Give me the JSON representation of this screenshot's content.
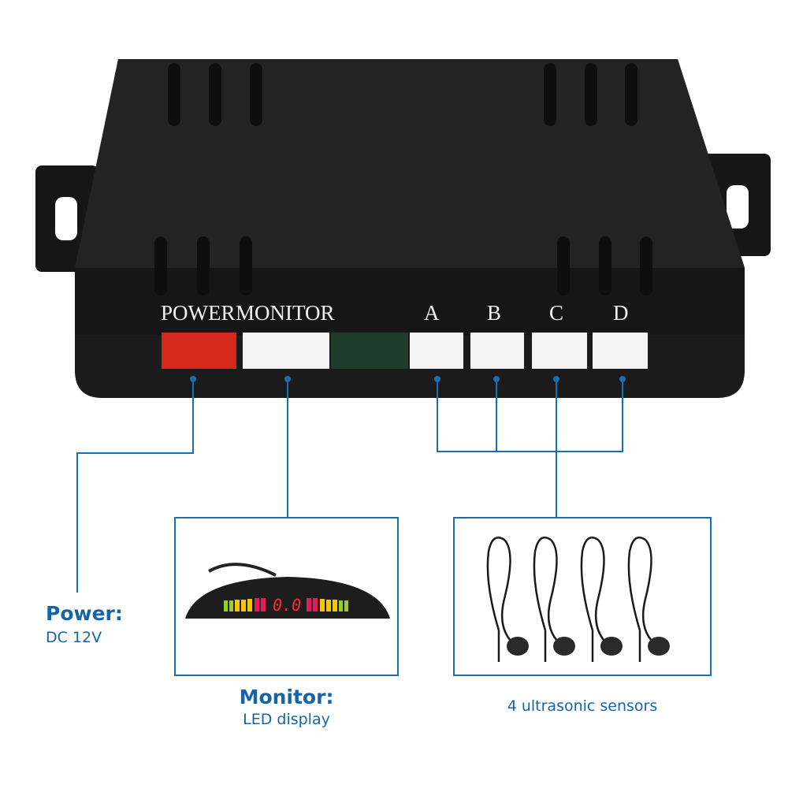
{
  "ports": {
    "power": "POWER",
    "monitor": "MONITOR",
    "a": "A",
    "b": "B",
    "c": "C",
    "d": "D"
  },
  "captions": {
    "power_title": "Power:",
    "power_sub": "DC 12V",
    "monitor_title": "Monitor:",
    "monitor_sub": "LED display",
    "sensors": "4 ultrasonic sensors"
  },
  "display": {
    "reading": "0.0"
  },
  "colors": {
    "accent": "#1565a8",
    "line": "#1a6fb3",
    "body": "#1c1c1c"
  }
}
